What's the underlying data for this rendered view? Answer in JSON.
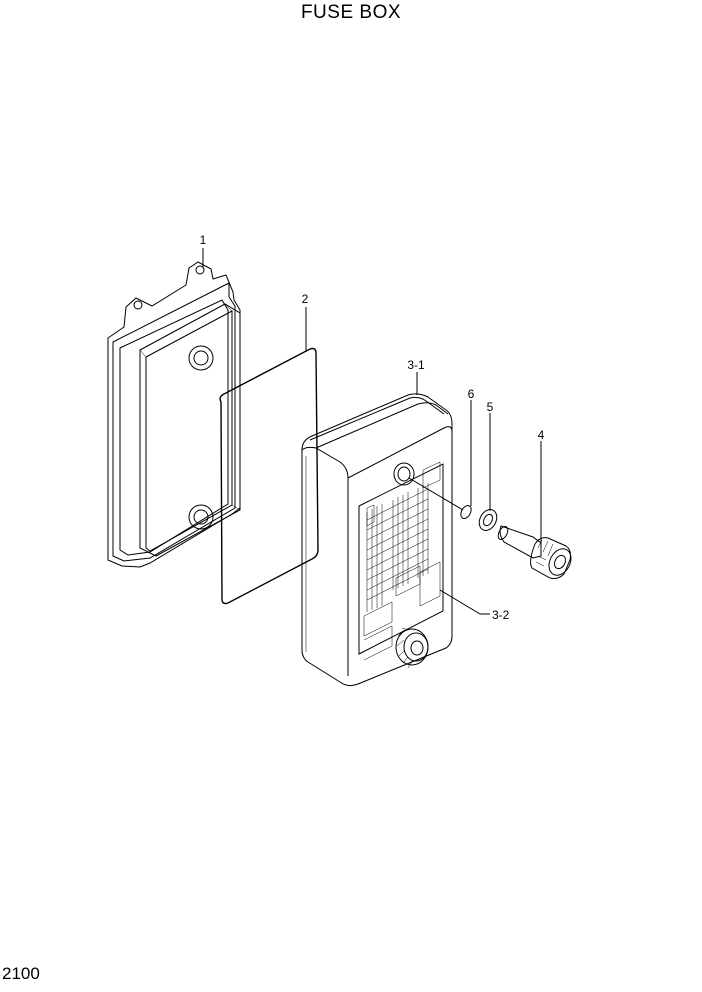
{
  "title": "FUSE BOX",
  "page_number": "2100",
  "callouts": {
    "c1": "1",
    "c2": "2",
    "c3_1": "3-1",
    "c3_2": "3-2",
    "c4": "4",
    "c5": "5",
    "c6": "6"
  }
}
